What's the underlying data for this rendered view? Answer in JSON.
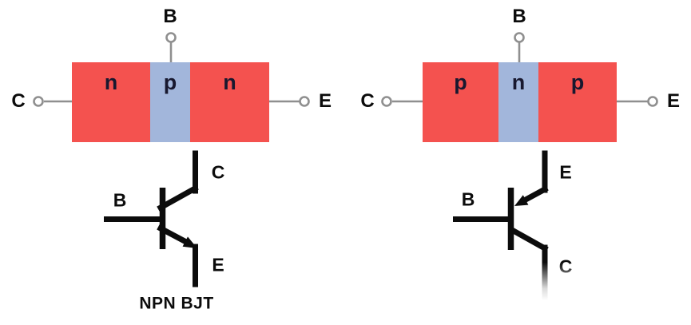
{
  "colors": {
    "n_p_red": "#f4524f",
    "base_blue": "#a2b6db",
    "region_letter": "#18182f",
    "terminal_gray": "#8f8f8f",
    "symbol_black": "#0c0c0c",
    "background": "#ffffff"
  },
  "blocks": [
    {
      "id": "npn",
      "terminals": {
        "left": "C",
        "top": "B",
        "right": "E"
      },
      "regions": [
        {
          "label": "n"
        },
        {
          "label": "p"
        },
        {
          "label": "n"
        }
      ]
    },
    {
      "id": "pnp",
      "terminals": {
        "left": "C",
        "top": "B",
        "right": "E"
      },
      "regions": [
        {
          "label": "p"
        },
        {
          "label": "n"
        },
        {
          "label": "p"
        }
      ]
    }
  ],
  "symbols": [
    {
      "id": "npn",
      "base": "B",
      "top": "C",
      "bottom": "E",
      "caption": "NPN BJT"
    },
    {
      "id": "pnp",
      "base": "B",
      "top": "E",
      "bottom": "C"
    }
  ]
}
